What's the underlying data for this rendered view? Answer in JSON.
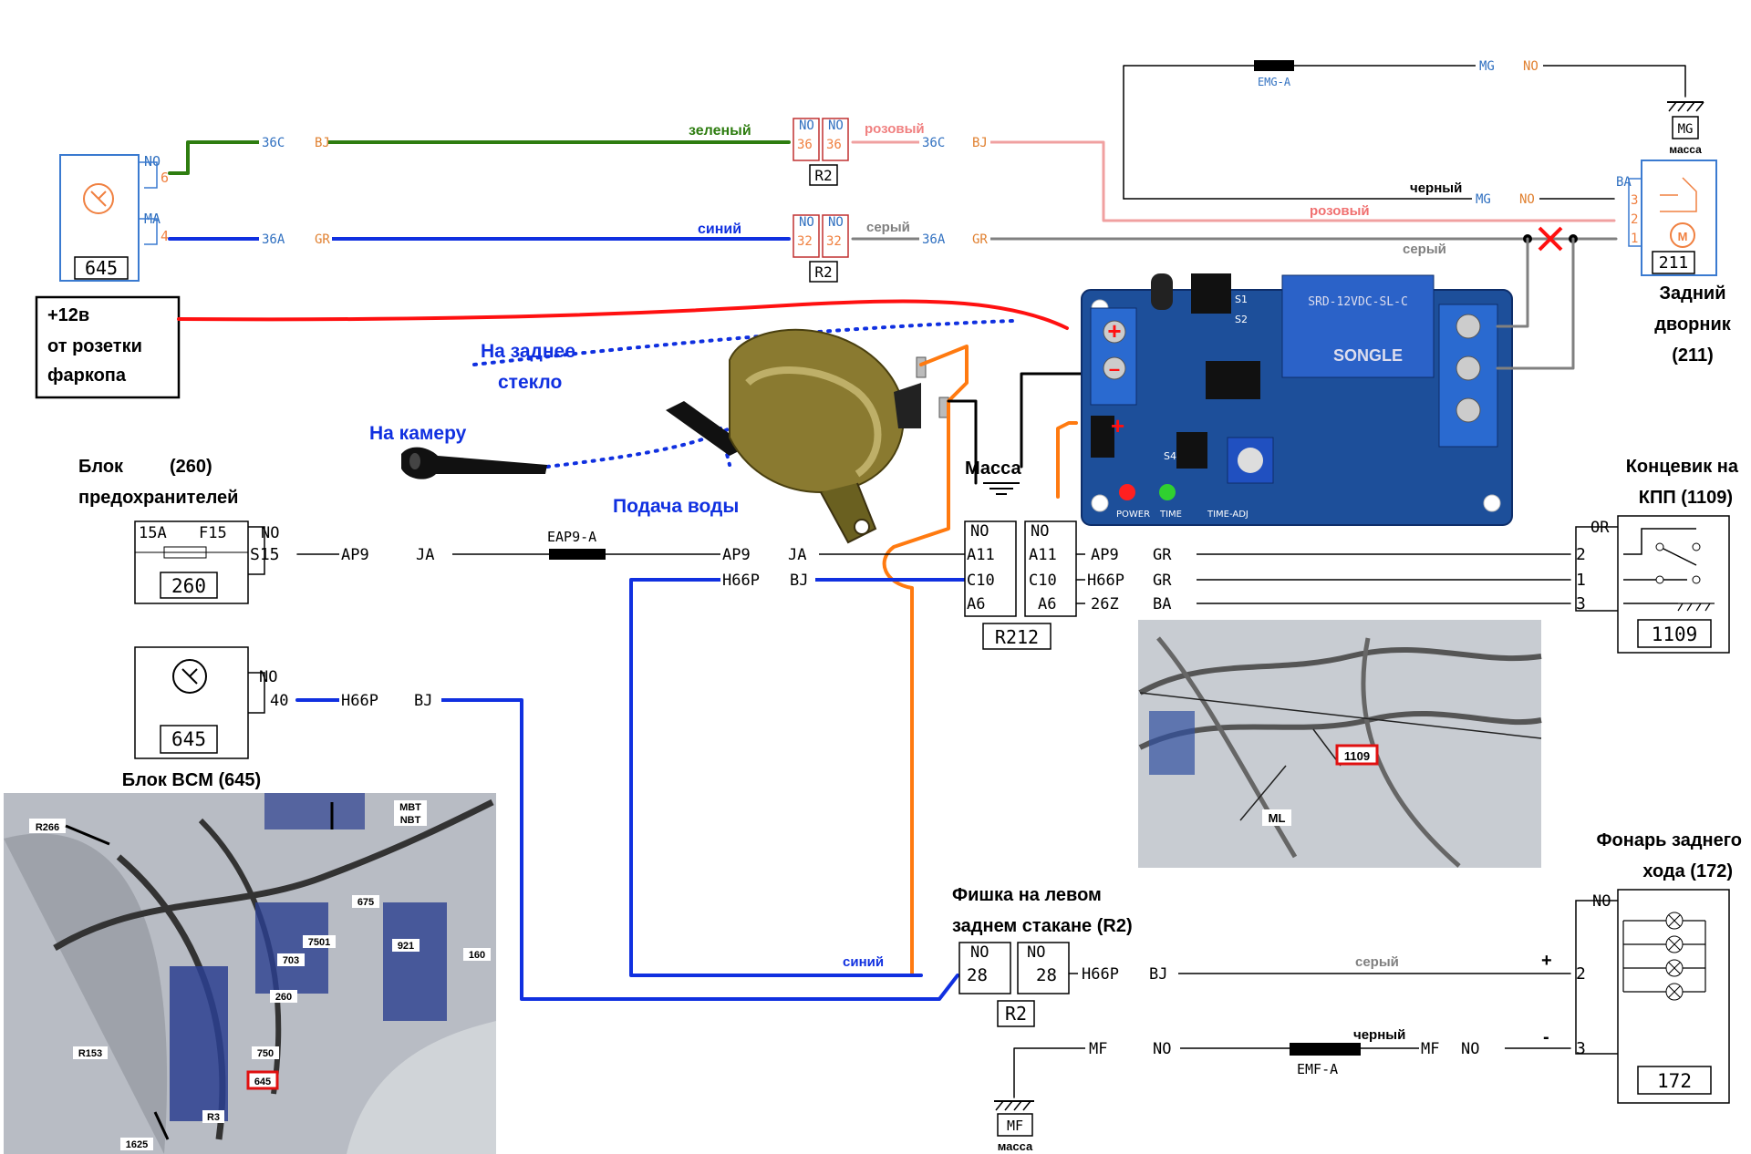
{
  "colors": {
    "green": "#2e7d10",
    "blue": "#1030e0",
    "pink": "#f0a0a0",
    "gray": "#808080",
    "red": "#ff1010",
    "orange": "#ff7a10",
    "black": "#000000",
    "label_blue": "#1030e0",
    "wire_code": "#3070c0",
    "wire_color": "#e08030",
    "board": "#1d4f9a"
  },
  "top_left_block": {
    "number": "645",
    "pin6_conn": "NO",
    "pin6": "6",
    "pin4_conn": "MA",
    "pin4": "4"
  },
  "wire_green": {
    "code": "36C",
    "color": "BJ",
    "name": "зеленый"
  },
  "wire_blue_top": {
    "code": "36A",
    "color": "GR",
    "name": "синий"
  },
  "r2_top": {
    "label": "R2",
    "left_conn": "NO",
    "right_conn": "NO",
    "left_pin": "36",
    "right_pin": "36"
  },
  "r2_mid": {
    "label": "R2",
    "left_conn": "NO",
    "right_conn": "NO",
    "left_pin": "32",
    "right_pin": "32"
  },
  "wire_pink_top": {
    "name": "розовый",
    "code": "36C",
    "color": "BJ"
  },
  "wire_gray_top": {
    "name": "серый",
    "code": "36A",
    "color": "GR"
  },
  "ground_top": {
    "splice": "EMG-A",
    "code": "MG",
    "color": "NO",
    "label": "MG",
    "caption": "масса"
  },
  "wiper_wires": {
    "black": "черный",
    "code": "MG",
    "color": "NO",
    "pink": "розовый",
    "gray": "серый"
  },
  "wiper": {
    "conn": "BA",
    "pin3": "3",
    "pin2": "2",
    "pin1": "1",
    "number": "211",
    "title_line1": "Задний",
    "title_line2": "дворник",
    "title_line3": "(211)"
  },
  "power_box": {
    "line1": "+12в",
    "line2": "от розетки",
    "line3": "фаркопа"
  },
  "labels": {
    "rear_glass_line1": "На заднее",
    "rear_glass_line2": "стекло",
    "camera": "На камеру",
    "water_feed": "Подача воды",
    "ground": "Масса"
  },
  "relay_board": {
    "relay_text": "SRD-12VDC-SL-C",
    "brand": "SONGLE",
    "s1": "S1",
    "s2": "S2",
    "s4": "S4",
    "led1": "POWER",
    "led2": "TIME",
    "pot": "TIME-ADJ"
  },
  "fuse_block": {
    "title_line1": "Блок",
    "title_num": "(260)",
    "title_line2": "предохранителей",
    "rating": "15A",
    "fuse": "F15",
    "conn": "NO",
    "pin": "S15",
    "number": "260"
  },
  "wire_ap9": {
    "code": "AP9",
    "color": "JA",
    "splice": "EAP9-A",
    "code2": "AP9",
    "color2": "JA"
  },
  "wire_h66p_mid": {
    "code": "H66P",
    "color": "BJ"
  },
  "r212": {
    "label": "R212",
    "left_conn": "NO",
    "right_conn": "NO",
    "pins": [
      "A11",
      "C10",
      "A6"
    ],
    "right_wires": [
      {
        "code": "AP9",
        "color": "GR"
      },
      {
        "code": "H66P",
        "color": "GR"
      },
      {
        "code": "26Z",
        "color": "BA"
      }
    ]
  },
  "switch_1109": {
    "title_line1": "Концевик на",
    "title_line2": "КПП (1109)",
    "conn": "OR",
    "pins": [
      "2",
      "1",
      "3"
    ],
    "number": "1109"
  },
  "bcm_lower": {
    "conn": "NO",
    "pin": "40",
    "number": "645",
    "wire_code": "H66P",
    "wire_color": "BJ",
    "caption": "Блок BCM (645)"
  },
  "photo_engine": {
    "tag": "1109",
    "ml": "ML"
  },
  "photo_bcm": {
    "tags": [
      "R266",
      "MBT",
      "NBT",
      "675",
      "7501",
      "921",
      "160",
      "703",
      "260",
      "750",
      "R153",
      "645",
      "R3",
      "1625"
    ]
  },
  "r2_bottom": {
    "title_line1": "Фишка на левом",
    "title_line2": "заднем стакане (R2)",
    "label": "R2",
    "left_conn": "NO",
    "right_conn": "NO",
    "left_pin": "28",
    "right_pin": "28",
    "wire_code": "H66P",
    "wire_color": "BJ",
    "blue_name": "синий",
    "gray_name": "серый"
  },
  "lamp_172": {
    "title_line1": "Фонарь заднего",
    "title_line2": "хода (172)",
    "conn": "NO",
    "pin_plus": "2",
    "pin_minus": "3",
    "plus": "+",
    "minus": "-",
    "number": "172"
  },
  "ground_bottom": {
    "code1": "MF",
    "color1": "NO",
    "splice": "EMF-A",
    "black": "черный",
    "code2": "MF",
    "color2": "NO",
    "label": "MF",
    "caption": "масса"
  }
}
